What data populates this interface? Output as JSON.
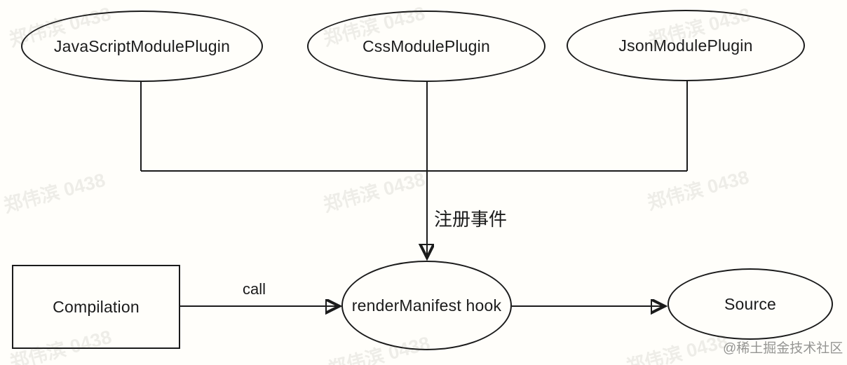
{
  "diagram": {
    "nodes": {
      "js_plugin": {
        "label": "JavaScriptModulePlugin",
        "shape": "ellipse"
      },
      "css_plugin": {
        "label": "CssModulePlugin",
        "shape": "ellipse"
      },
      "json_plugin": {
        "label": "JsonModulePlugin",
        "shape": "ellipse"
      },
      "compilation": {
        "label": "Compilation",
        "shape": "rectangle"
      },
      "render_manifest": {
        "label": "renderManifest hook",
        "shape": "ellipse"
      },
      "source": {
        "label": "Source",
        "shape": "ellipse"
      }
    },
    "edge_labels": {
      "register_event": "注册事件",
      "call": "call"
    }
  },
  "watermark": {
    "text": "郑伟滨 0438"
  },
  "attribution": {
    "text": "@稀土掘金技术社区"
  },
  "colors": {
    "stroke": "#1b1b1b",
    "background": "#fffefa",
    "watermark": "rgba(90,90,80,0.10)",
    "attribution": "#828280"
  }
}
